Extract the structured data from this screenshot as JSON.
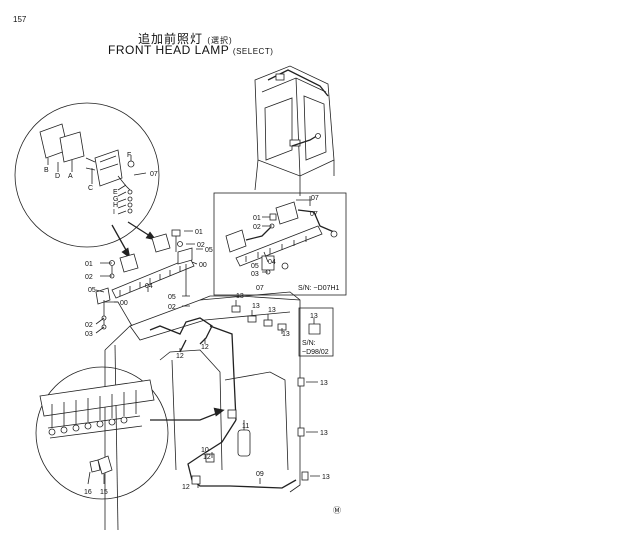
{
  "page_number": "157",
  "title_jp": "追加前照灯",
  "title_jp_note": "(選択)",
  "title_en": "FRONT HEAD LAMP",
  "title_en_note": "(SELECT)",
  "serial_notes": {
    "upper_box": "S/N: ~D07H1",
    "lower_box_line1": "S/N:",
    "lower_box_line2": "~D98/02"
  },
  "corner_mark": "Ⓜ",
  "callouts_detail_circle": [
    "F",
    "07",
    "B",
    "D",
    "A",
    "C",
    "E",
    "G",
    "H",
    "I"
  ],
  "callouts": {
    "c01": "01",
    "c02": "02",
    "c05": "05",
    "c00": "00",
    "c04": "04",
    "c03": "03",
    "c07": "07",
    "c11": "11",
    "c12": "12",
    "c13": "13",
    "c09": "09",
    "c10": "10",
    "c15": "15",
    "c16": "16"
  }
}
